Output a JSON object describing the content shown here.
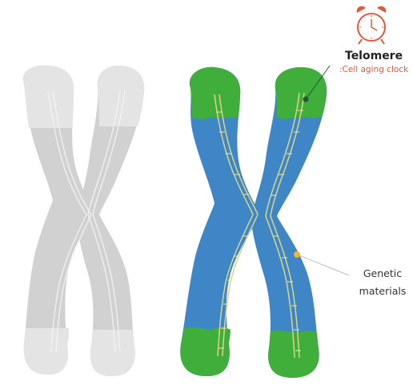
{
  "labels": {
    "telomere": "Telomere",
    "telomere_subtitle": ":Cell aging clock",
    "genetic_line1": "Genetic",
    "genetic_line2": "materials"
  },
  "colors": {
    "chromatid_blue": "#3f86c6",
    "telomere_green": "#3fae3a",
    "gray_chromosome": "#c8c8c8",
    "dna_strand": "#d9d48a",
    "clock_red": "#e0593a",
    "telomere_marker": "#1d5a37",
    "genetic_marker": "#f2b233"
  },
  "icons": {
    "clock": "alarm-clock-icon"
  }
}
